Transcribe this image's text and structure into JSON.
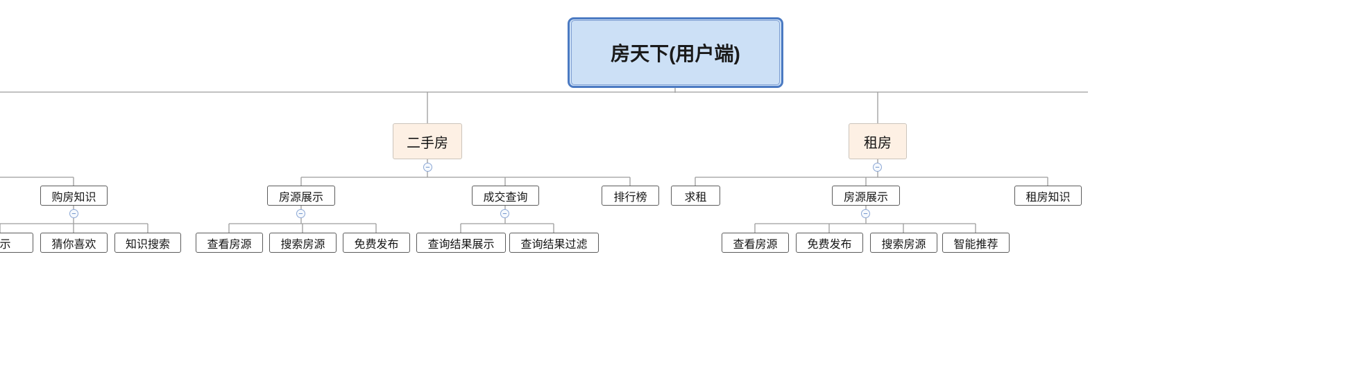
{
  "colors": {
    "root_fill": "#cce0f6",
    "root_border": "#4b7ac2",
    "branch_fill": "#fdf0e4",
    "branch_border": "#cbc4bb",
    "leaf_border": "#5a5a5a",
    "connector_line": "#9c9c9c",
    "toggle_border": "#8aa6d4",
    "toggle_glyph": "#4c7ac0"
  },
  "ui": {
    "collapse_glyph": "−"
  },
  "nodes": {
    "root": {
      "label": "房天下(用户端)"
    },
    "ershoufang": {
      "label": "二手房"
    },
    "zufang": {
      "label": "租房"
    },
    "goufang_zhishi": {
      "label": "购房知识"
    },
    "zhanshi_cut": {
      "label": "展示"
    },
    "cainixihuan": {
      "label": "猜你喜欢"
    },
    "zhishi_sousuo": {
      "label": "知识搜索"
    },
    "fangyuan_zhanshi_esf": {
      "label": "房源展示"
    },
    "chakan_fangyuan_esf": {
      "label": "查看房源"
    },
    "sousuo_fangyuan_esf": {
      "label": "搜索房源"
    },
    "mianfei_fabu_esf": {
      "label": "免费发布"
    },
    "chengjiao_chaxun": {
      "label": "成交查询"
    },
    "chaxun_jieguo_zhanshi": {
      "label": "查询结果展示"
    },
    "chaxun_jieguo_guolv": {
      "label": "查询结果过滤"
    },
    "paihangbang": {
      "label": "排行榜"
    },
    "qiuzu": {
      "label": "求租"
    },
    "fangyuan_zhanshi_zf": {
      "label": "房源展示"
    },
    "chakan_fangyuan_zf": {
      "label": "查看房源"
    },
    "mianfei_fabu_zf": {
      "label": "免费发布"
    },
    "sousuo_fangyuan_zf": {
      "label": "搜索房源"
    },
    "zhineng_tuijian": {
      "label": "智能推荐"
    },
    "zufang_zhishi": {
      "label": "租房知识"
    }
  }
}
